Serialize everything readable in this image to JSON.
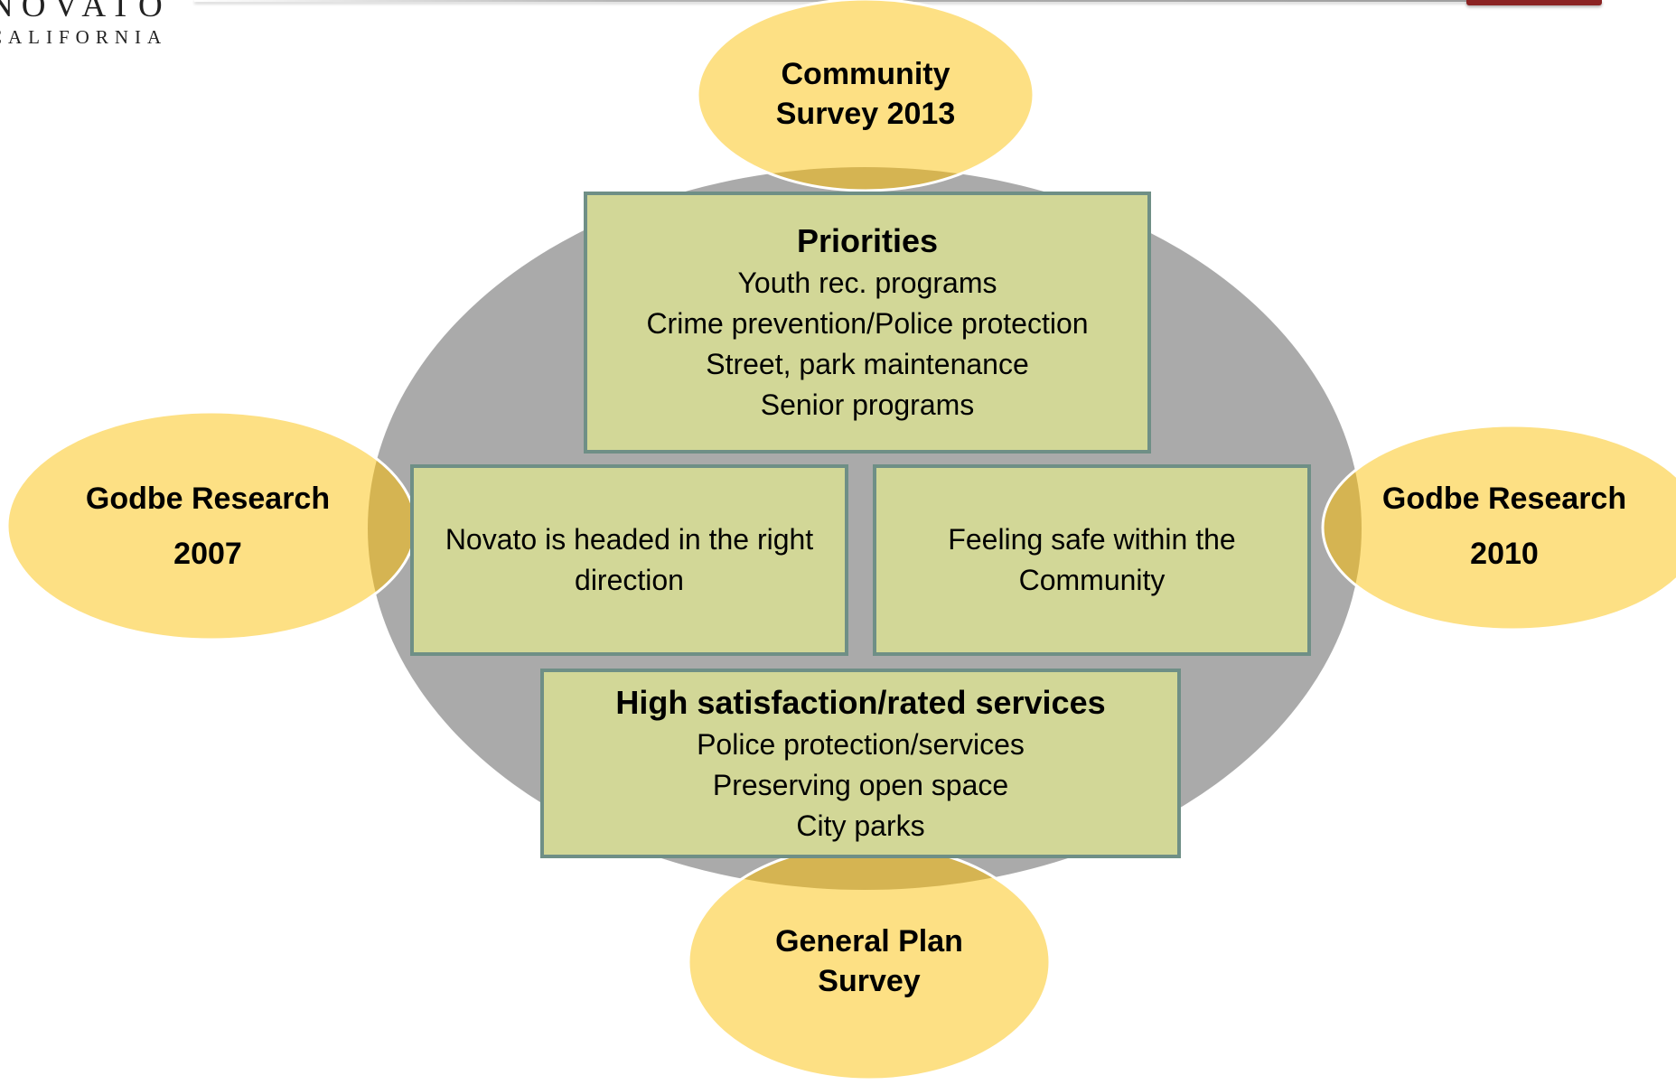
{
  "logo": {
    "name": "NOVATO",
    "sub": "CALIFORNIA"
  },
  "colors": {
    "center_oval": "#aaaaaa",
    "outer_oval": "#fde084",
    "overlap": "#d5b452",
    "box_fill": "#d2d797",
    "box_border": "#6f8f86"
  },
  "sources": {
    "top": [
      "Community",
      "Survey 2013"
    ],
    "left": [
      "Godbe Research",
      "2007"
    ],
    "right": [
      "Godbe Research",
      "2010"
    ],
    "bottom": [
      "General Plan",
      "Survey"
    ]
  },
  "boxes": {
    "priorities": {
      "title": "Priorities",
      "items": [
        "Youth rec. programs",
        "Crime prevention/Police protection",
        "Street, park maintenance",
        "Senior programs"
      ]
    },
    "direction": [
      "Novato is headed in the right",
      "direction"
    ],
    "safe": [
      "Feeling safe within the",
      "Community"
    ],
    "satisfaction": {
      "title": "High satisfaction/rated services",
      "items": [
        "Police protection/services",
        "Preserving open space",
        "City parks"
      ]
    }
  }
}
